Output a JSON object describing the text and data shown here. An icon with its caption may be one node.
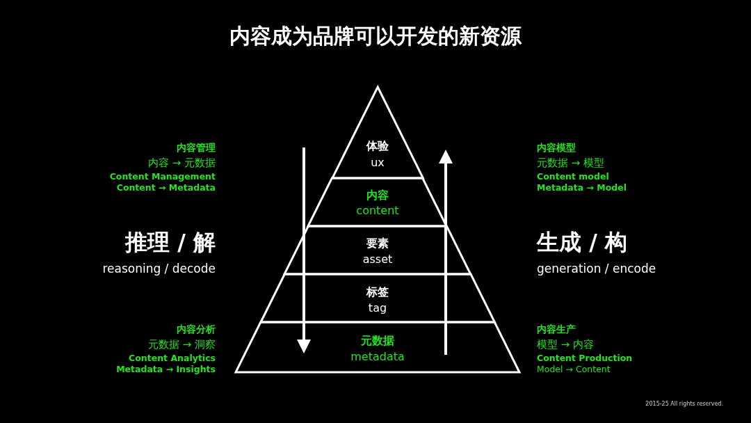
{
  "diagram": {
    "title": "内容成为品牌可以开发的新资源",
    "nodes": [
      {
        "text": [
          "体验",
          "ux"
        ]
      },
      {
        "text": [
          "内容",
          "content"
        ]
      },
      {
        "text": [
          "要素",
          "asset"
        ]
      },
      {
        "text": [
          "标签",
          "tag"
        ]
      },
      {
        "text": [
          "元数据",
          "metadata"
        ]
      }
    ],
    "edges": [],
    "labels": [
      "内容管理",
      "内容 → 元数据",
      "Content Management",
      "Content → Metadata",
      "内容模型",
      "元数据 → 模型",
      "Content model",
      "Metadata → Model",
      "推理 / 解",
      "reasoning / decode",
      "生成 / 构",
      "generation / encode",
      "内容分析",
      "元数据 → 洞察",
      "Content Analytics",
      "Metadata → Insights",
      "内容生产",
      "模型 → 内容",
      "Content Production",
      "Model → Content",
      "2015-25 All rights reserved."
    ]
  }
}
